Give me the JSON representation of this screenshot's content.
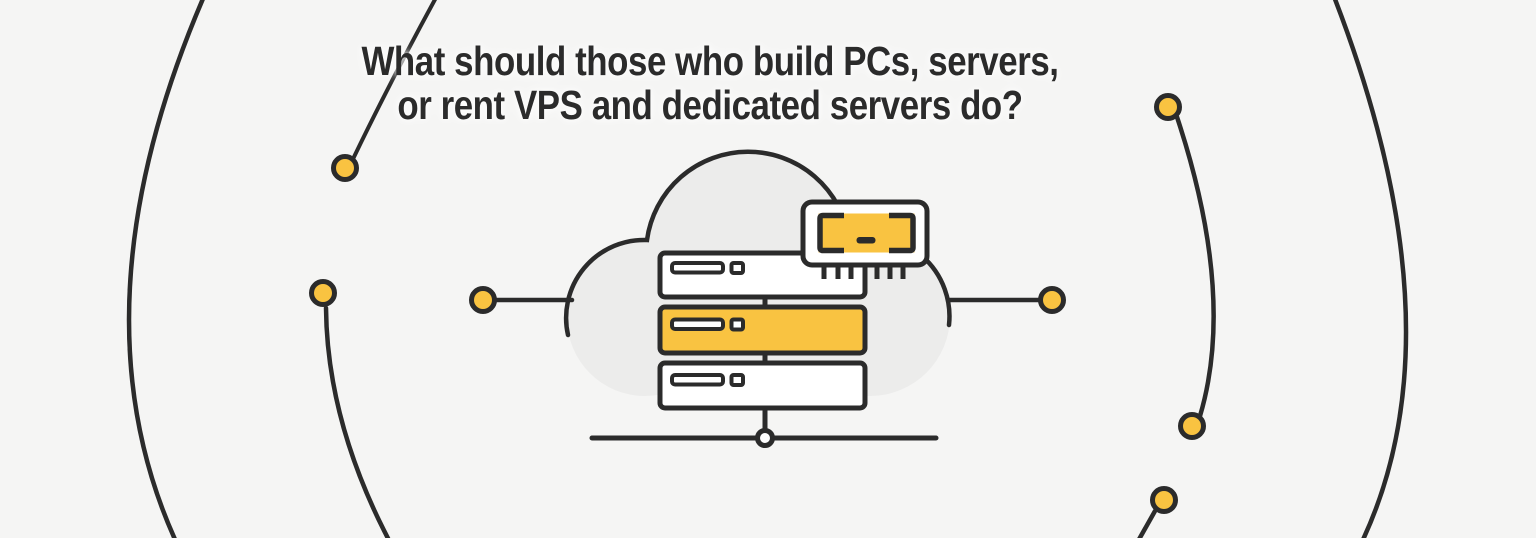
{
  "title": {
    "line1": "What should those who build PCs, servers,",
    "line2": "or rent VPS and dedicated servers do?"
  },
  "illustration": {
    "description": "Cloud hosting illustration: three-unit server rack inside a cloud, memory chip module, connector lines, yellow node dots and concentric orbit arcs",
    "server_units_total": 3,
    "highlighted_server_unit": 2,
    "node_dots_count": 7,
    "icons": [
      "cloud-icon",
      "server-rack-icon",
      "server-slot",
      "server-led",
      "ram-chip-icon",
      "chip-pin",
      "node-dot",
      "orbit-arc",
      "connector-line",
      "ground-line",
      "junction-dot"
    ]
  },
  "colors": {
    "bg": "#F5F5F4",
    "ink": "#2B2B2B",
    "accent_yellow": "#F9C341",
    "cloud_gray": "#ECECEB",
    "white": "#FFFFFF"
  }
}
